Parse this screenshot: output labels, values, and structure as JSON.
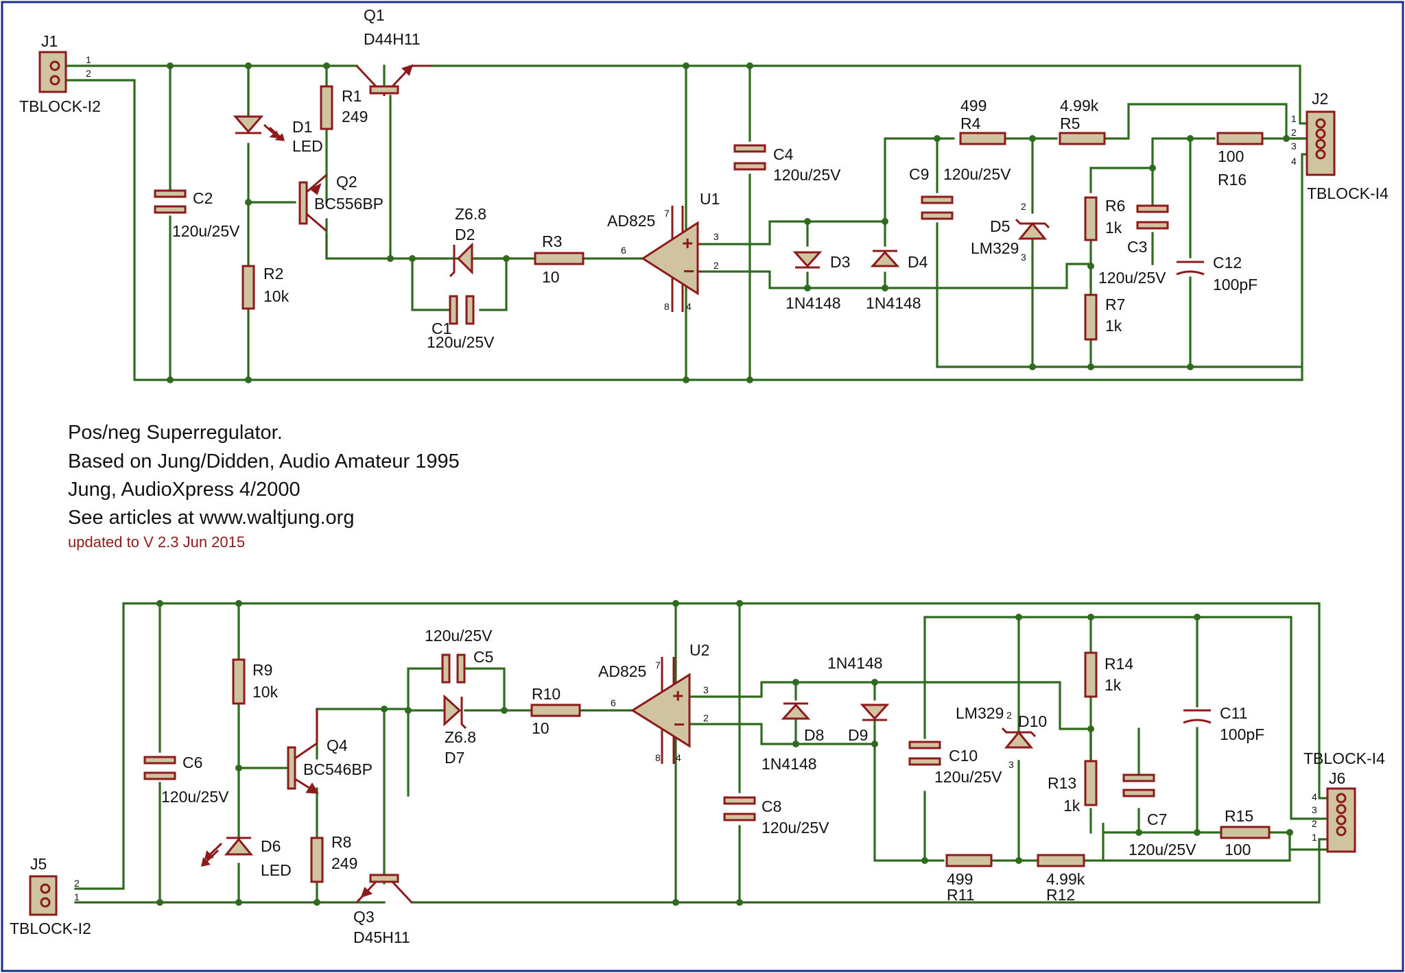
{
  "notes": {
    "line1": "Pos/neg Superregulator.",
    "line2": "Based on Jung/Didden, Audio Amateur 1995",
    "line3": "Jung, AudioXpress 4/2000",
    "line4": "See articles at www.waltjung.org",
    "updated": "updated to V 2.3 Jun 2015"
  },
  "top": {
    "J1": {
      "ref": "J1",
      "value": "TBLOCK-I2",
      "pin1": "1",
      "pin2": "2"
    },
    "C2": {
      "ref": "C2",
      "value": "120u/25V"
    },
    "D1": {
      "ref": "D1",
      "value": "LED"
    },
    "R1": {
      "ref": "R1",
      "value": "249"
    },
    "Q1": {
      "ref": "Q1",
      "value": "D44H11"
    },
    "Q2": {
      "ref": "Q2",
      "value": "BC556BP"
    },
    "R2": {
      "ref": "R2",
      "value": "10k"
    },
    "D2": {
      "ref": "D2",
      "value": "Z6.8"
    },
    "C1": {
      "ref": "C1",
      "value": "120u/25V"
    },
    "R3": {
      "ref": "R3",
      "value": "10"
    },
    "U1": {
      "ref": "U1",
      "value": "AD825",
      "pin_in": "6",
      "pin_p": "3",
      "pin_n": "2",
      "pin_7": "7",
      "pin_8": "8",
      "pin_4": "4"
    },
    "C4": {
      "ref": "C4",
      "value": "120u/25V"
    },
    "D3": {
      "ref": "D3",
      "value": "1N4148"
    },
    "D4": {
      "ref": "D4",
      "value": "1N4148"
    },
    "C9": {
      "ref": "C9",
      "value": "120u/25V"
    },
    "R4": {
      "ref": "R4",
      "value": "499"
    },
    "R5": {
      "ref": "R5",
      "value": "4.99k"
    },
    "D5": {
      "ref": "D5",
      "value": "LM329",
      "pin2": "2",
      "pin3": "3"
    },
    "R6": {
      "ref": "R6",
      "value": "1k"
    },
    "C3": {
      "ref": "C3",
      "value": "120u/25V"
    },
    "R7": {
      "ref": "R7",
      "value": "1k"
    },
    "C12": {
      "ref": "C12",
      "value": "100pF"
    },
    "R16": {
      "ref": "R16",
      "value": "100"
    },
    "J2": {
      "ref": "J2",
      "value": "TBLOCK-I4",
      "pins": [
        "1",
        "2",
        "3",
        "4"
      ]
    }
  },
  "bottom": {
    "J5": {
      "ref": "J5",
      "value": "TBLOCK-I2",
      "pin1": "1",
      "pin2": "2"
    },
    "C6": {
      "ref": "C6",
      "value": "120u/25V"
    },
    "R9": {
      "ref": "R9",
      "value": "10k"
    },
    "Q4": {
      "ref": "Q4",
      "value": "BC546BP"
    },
    "D6": {
      "ref": "D6",
      "value": "LED"
    },
    "R8": {
      "ref": "R8",
      "value": "249"
    },
    "Q3": {
      "ref": "Q3",
      "value": "D45H11"
    },
    "C5": {
      "ref": "C5",
      "value": "120u/25V"
    },
    "D7": {
      "ref": "D7",
      "value": "Z6.8"
    },
    "R10": {
      "ref": "R10",
      "value": "10"
    },
    "U2": {
      "ref": "U2",
      "value": "AD825",
      "pin_in": "6",
      "pin_p": "3",
      "pin_n": "2",
      "pin_7": "7",
      "pin_8": "8",
      "pin_4": "4"
    },
    "C8": {
      "ref": "C8",
      "value": "120u/25V"
    },
    "D8": {
      "ref": "D8",
      "value": "1N4148"
    },
    "D9": {
      "ref": "D9",
      "value": "1N4148"
    },
    "C10": {
      "ref": "C10",
      "value": "120u/25V"
    },
    "D10": {
      "ref": "D10",
      "value": "LM329",
      "pin2": "2",
      "pin3": "3"
    },
    "R14": {
      "ref": "R14",
      "value": "1k"
    },
    "R13": {
      "ref": "R13",
      "value": "1k"
    },
    "C7": {
      "ref": "C7",
      "value": "120u/25V"
    },
    "C11": {
      "ref": "C11",
      "value": "100pF"
    },
    "R11": {
      "ref": "R11",
      "value": "499"
    },
    "R12": {
      "ref": "R12",
      "value": "4.99k"
    },
    "R15": {
      "ref": "R15",
      "value": "100"
    },
    "J6": {
      "ref": "J6",
      "value": "TBLOCK-I4",
      "pins": [
        "4",
        "3",
        "2",
        "1"
      ]
    }
  },
  "colors": {
    "wire": "#2e6b1e",
    "part": "#8c1a1a",
    "body": "#cfc3a0",
    "frame": "#1a2a8c"
  }
}
